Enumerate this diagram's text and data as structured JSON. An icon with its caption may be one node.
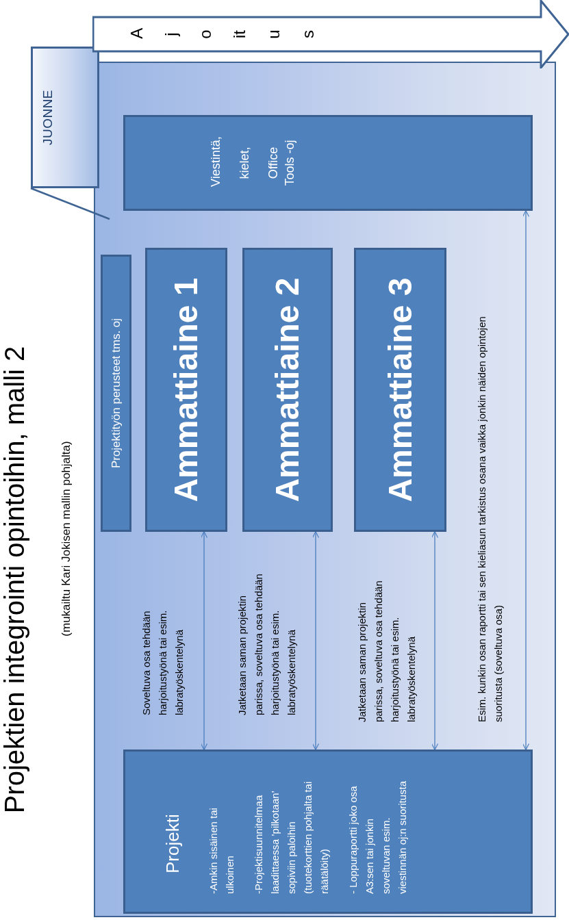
{
  "diagram": {
    "title": "Projektien integrointi opintoihin, malli 2",
    "caption": "(mukailtu Kari Jokisen mallin pohjalta)",
    "nodes": [
      {
        "text": [],
        "shape": "box"
      },
      {
        "text": [
          "JUONNE"
        ]
      },
      {
        "text": [
          "Ajoitus"
        ]
      },
      {
        "text": [
          "Viestintä,",
          "kielet,",
          "Office Tools -oj"
        ],
        "in": 0
      },
      {
        "text": [
          "Projektityön perusteet tms. oj"
        ],
        "in": 0
      },
      {
        "text": [
          "Ammattiaine 1"
        ],
        "in": 0
      },
      {
        "text": [
          "Ammattiaine 2"
        ],
        "in": 0
      },
      {
        "text": [
          "Ammattiaine 3"
        ],
        "in": 0
      },
      {
        "text": [
          "Projekti",
          "-Amkin sisäinen tai ulkoinen",
          "-Projektisuunnitelmaa laadittaessa ’pilkotaan’ sopiviin paloihin (tuotekorttien pohjalta tai räätälöity)",
          "- Loppuraportti joko osa A3:sen tai jonkin soveltuvan esim. viestinnän oj:n suoritusta"
        ],
        "in": 0
      }
    ],
    "edges": [
      {
        "from": 1,
        "to": 0,
        "arrow": "none"
      },
      {
        "from": 5,
        "to": 8,
        "arrow": "both"
      },
      {
        "from": 6,
        "to": 8,
        "arrow": "both"
      },
      {
        "from": 7,
        "to": 8,
        "arrow": "both"
      },
      {
        "from": 3,
        "to": 8,
        "arrow": "both"
      }
    ],
    "labels": [
      "Soveltuva osa tehdään harjoitustyönä tai esim. labratyöskentelynä",
      "Jatketaan saman projektin parissa, soveltuva osa tehdään harjoitustyönä tai esim. labratyöskentelynä",
      "Jatketaan saman projektin parissa, soveltuva osa tehdään harjoitustyönä tai esim. labratyöskentelynä",
      "Esim. kunkin osan raportti tai sen kieliasun tarkistus osana vaikka jonkin näiden opintojen suoritusta (soveltuva osa)"
    ]
  }
}
